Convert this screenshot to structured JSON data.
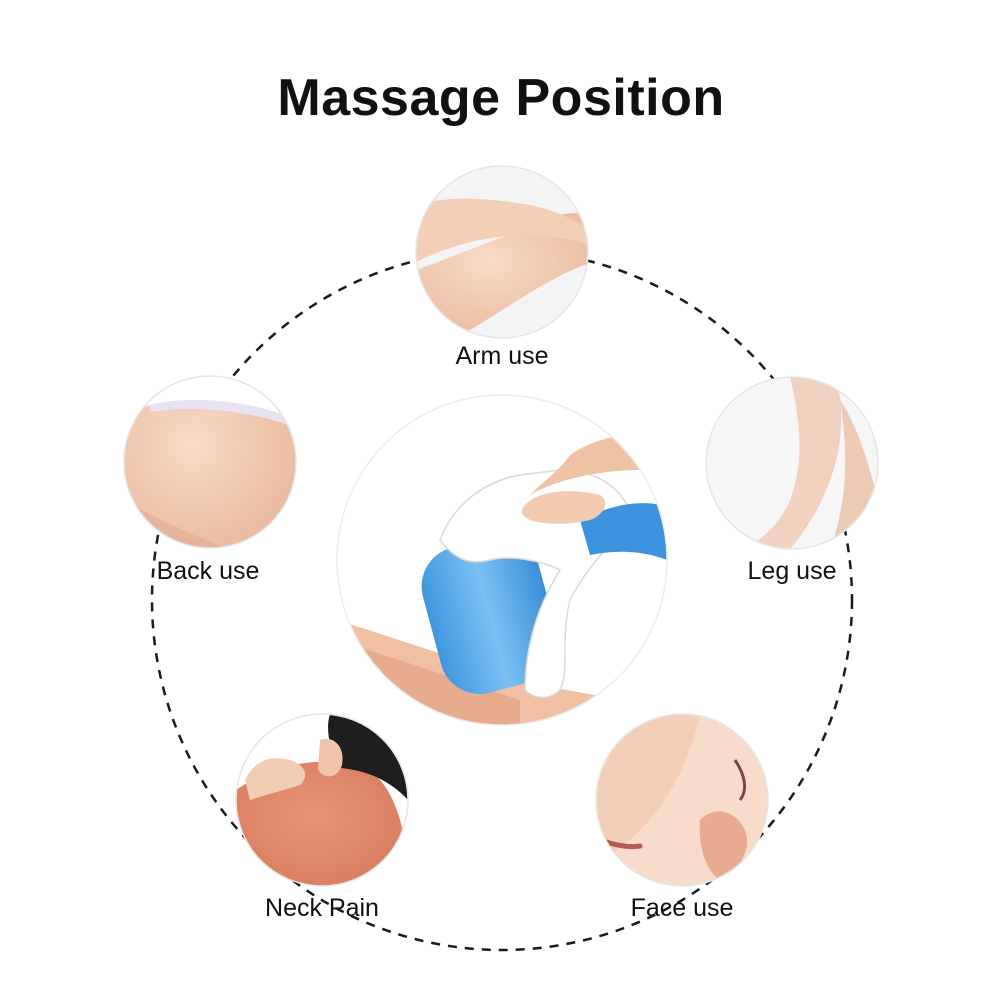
{
  "title": "Massage Position",
  "labels": {
    "arm": "Arm use",
    "leg": "Leg use",
    "back": "Back use",
    "neck": "Neck Pain",
    "face": "Face use"
  },
  "colors": {
    "dash": "#1a1a1a",
    "skin": "#f1c9ad",
    "skin_dark": "#e3a98b",
    "neck_red": "#e28767",
    "roller_blue": "#4aa3e8",
    "handle_white": "#ffffff"
  }
}
